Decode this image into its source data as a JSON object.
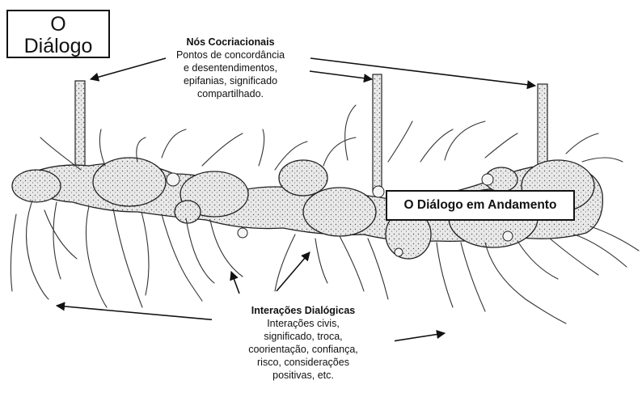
{
  "title": [
    "O",
    "Diálogo"
  ],
  "ongoing": "O Diálogo  em Andamento",
  "nodes": {
    "heading": "Nós Cocriacionais",
    "lines": [
      "Pontos de concordância",
      "e desentendimentos,",
      "epifanias, significado",
      "compartilhado."
    ]
  },
  "interactions": {
    "heading": "Interações Dialógicas",
    "lines": [
      "Interações civis,",
      "significado, troca,",
      "coorientação, confiança,",
      "risco, considerações",
      "positivas, etc."
    ]
  },
  "colors": {
    "ink": "#1a1a1a",
    "fill": "#e4e4e4",
    "background": "#ffffff"
  }
}
